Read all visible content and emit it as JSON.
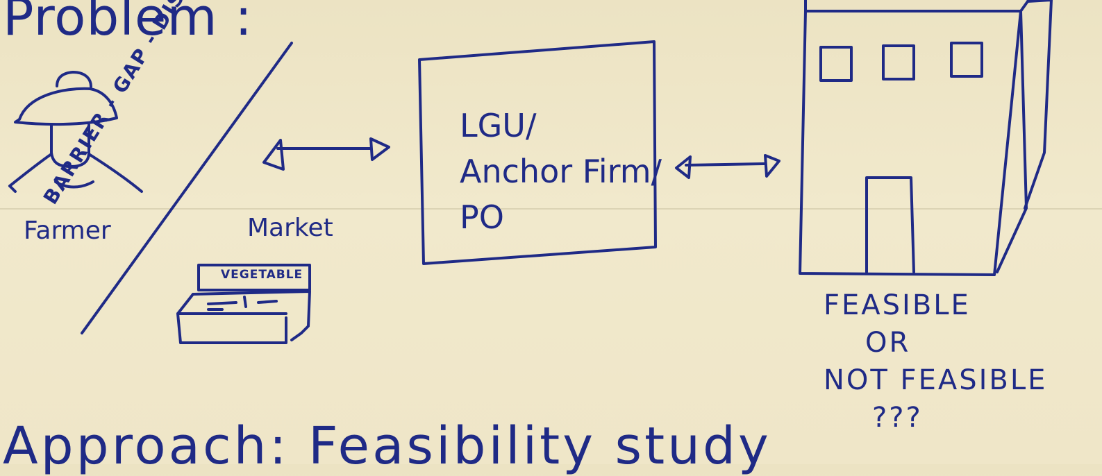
{
  "title": "Problem :",
  "farmer_label": "Farmer",
  "market_label": "Market",
  "barrier_label": "BARRIER - GAP - DISCONNECTION",
  "stall_sign": "VEGETABLE",
  "box_lines": [
    "LGU/",
    "Anchor Firm/",
    "PO"
  ],
  "feasibility": {
    "line1": "FEASIBLE",
    "line2": "OR",
    "line3": "NOT FEASIBLE",
    "line4": "???"
  },
  "bottom_text": "Approach: Feasibility study"
}
